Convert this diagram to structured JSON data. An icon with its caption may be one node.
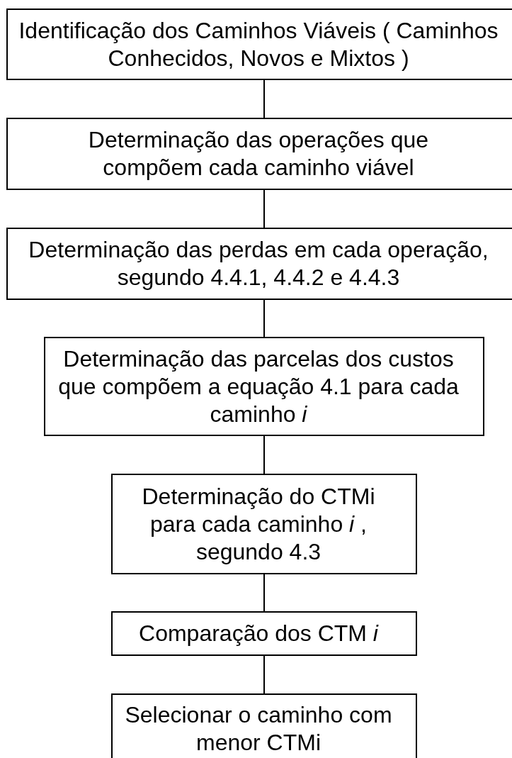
{
  "diagram": {
    "nodes": [
      {
        "text": [
          "Identificação dos Caminhos Viáveis ( Caminhos Conhecidos, Novos e Mixtos )"
        ]
      },
      {
        "text": [
          "Determinação das operações que compõem cada caminho viável"
        ]
      },
      {
        "text": [
          "Determinação das perdas em cada operação, segundo 4.4.1, 4.4.2 e 4.4.3"
        ]
      },
      {
        "text": [
          "Determinação das parcelas dos custos que compõem a equação 4.1 para cada caminho *i*"
        ]
      },
      {
        "text": [
          "Determinação do CTMi para cada caminho *i* , segundo 4.3"
        ]
      },
      {
        "text": [
          "Comparação dos CTM *i*"
        ]
      },
      {
        "text": [
          "Selecionar o caminho com menor CTMi"
        ]
      }
    ],
    "edges": [
      {
        "from": 0,
        "to": 1,
        "arrow": "none"
      },
      {
        "from": 1,
        "to": 2,
        "arrow": "none"
      },
      {
        "from": 2,
        "to": 3,
        "arrow": "none"
      },
      {
        "from": 3,
        "to": 4,
        "arrow": "none"
      },
      {
        "from": 4,
        "to": 5,
        "arrow": "none"
      },
      {
        "from": 5,
        "to": 6,
        "arrow": "none"
      }
    ]
  }
}
